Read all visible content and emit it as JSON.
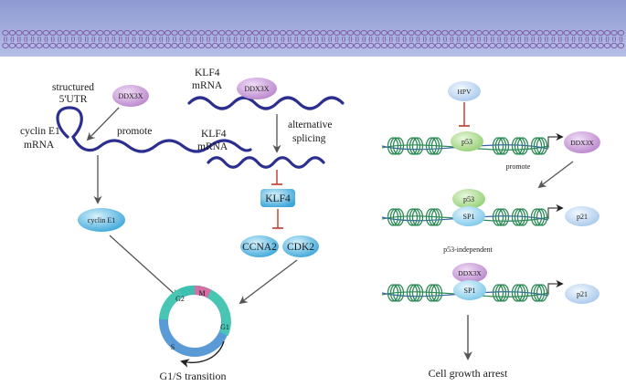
{
  "colors": {
    "membrane_bg": "#9aa6d8",
    "lipid_head": "#7f5da8",
    "rna": "#2b2f8f",
    "dna_green": "#2e8b57",
    "dna_blue": "#3a5fb0",
    "arrow": "#555555",
    "inhibit": "#c0392b",
    "ddx3x": "#c79ad6",
    "cyclin": "#4fb3e0",
    "p53": "#a8d98a",
    "sp1": "#8fd4ef",
    "ring_blue": "#5b9bd5",
    "ring_teal": "#47c6b4",
    "ring_pink": "#d46fa6"
  },
  "left": {
    "utr_label_1": "structured",
    "utr_label_2": "5'UTR",
    "ddx3x": "DDX3X",
    "promote": "promote",
    "mrna_label_1": "cyclin E1",
    "mrna_label_2": "mRNA",
    "cyclin": "cyclin E1"
  },
  "middle": {
    "klf4_mrna_top_1": "KLF4",
    "klf4_mrna_top_2": "mRNA",
    "ddx3x": "DDX3X",
    "splicing_1": "alternative",
    "splicing_2": "splicing",
    "klf4_mrna_bot_1": "KLF4",
    "klf4_mrna_bot_2": "mRNA",
    "klf4": "KLF4",
    "ccna2": "CCNA2",
    "cdk2": "CDK2"
  },
  "cycle": {
    "g2": "G2",
    "m": "M",
    "g1": "G1",
    "s": "S",
    "transition": "G1/S transition"
  },
  "right": {
    "hpv": "HPV",
    "p53_top": "p53",
    "ddx3x_top": "DDX3X",
    "promote": "promote",
    "p53_mid": "p53",
    "sp1_mid": "SP1",
    "p21_mid": "p21",
    "independent": "p53-independent",
    "ddx3x_bot": "DDX3X",
    "sp1_bot": "SP1",
    "p21_bot": "p21",
    "arrest": "Cell growth arrest"
  }
}
